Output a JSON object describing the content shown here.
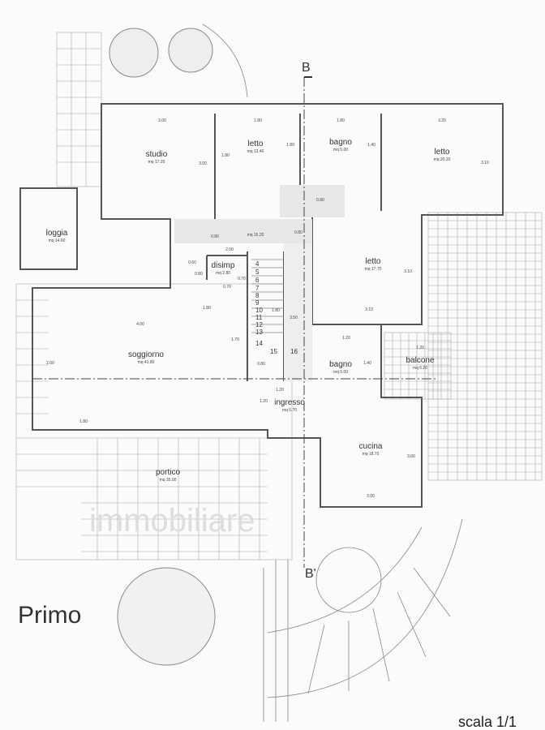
{
  "title": "Primo",
  "scale": "scala 1/1",
  "section_marks": {
    "top": "B",
    "bottom": "B'"
  },
  "watermark": "immobiliare",
  "rooms": [
    {
      "name": "studio",
      "area": "mq 17.20"
    },
    {
      "name": "letto",
      "area": "mq 13.40"
    },
    {
      "name": "bagno",
      "area": "mq 5.00"
    },
    {
      "name": "letto",
      "area": "mq 20.20"
    },
    {
      "name": "loggia",
      "area": "mq 14.60"
    },
    {
      "name": "",
      "area": "mq 15.20"
    },
    {
      "name": "disimp",
      "area": "mq 2.80"
    },
    {
      "name": "letto",
      "area": "mq 17.70"
    },
    {
      "name": "soggiorno",
      "area": "mq 41.80"
    },
    {
      "name": "bagno",
      "area": "mq 5.00"
    },
    {
      "name": "balcone",
      "area": "mq 6.20"
    },
    {
      "name": "ingresso",
      "area": "mq 5.70"
    },
    {
      "name": "cucina",
      "area": "mq 18.70"
    },
    {
      "name": "portico",
      "area": "mq 35.00"
    }
  ],
  "dimensions": [
    "3.00",
    "1.80",
    "1.80",
    "3.20",
    "3.00",
    "1.80",
    "1.80",
    "1.40",
    "3.10",
    "0.80",
    "0.80",
    "2.00",
    "0.80",
    "0.60",
    "0.80",
    "0.70",
    "0.70",
    "1.80",
    "1.80",
    "3.50",
    "3.10",
    "3.10",
    "4.00",
    "1.70",
    "2.60",
    "1.80",
    "1.20",
    "1.40",
    "1.20",
    "1.20",
    "1.20",
    "3.00",
    "3.00",
    "0.80"
  ],
  "stair_steps": [
    "4",
    "5",
    "6",
    "7",
    "8",
    "9",
    "10",
    "11",
    "12",
    "13",
    "14",
    "15",
    "16"
  ]
}
